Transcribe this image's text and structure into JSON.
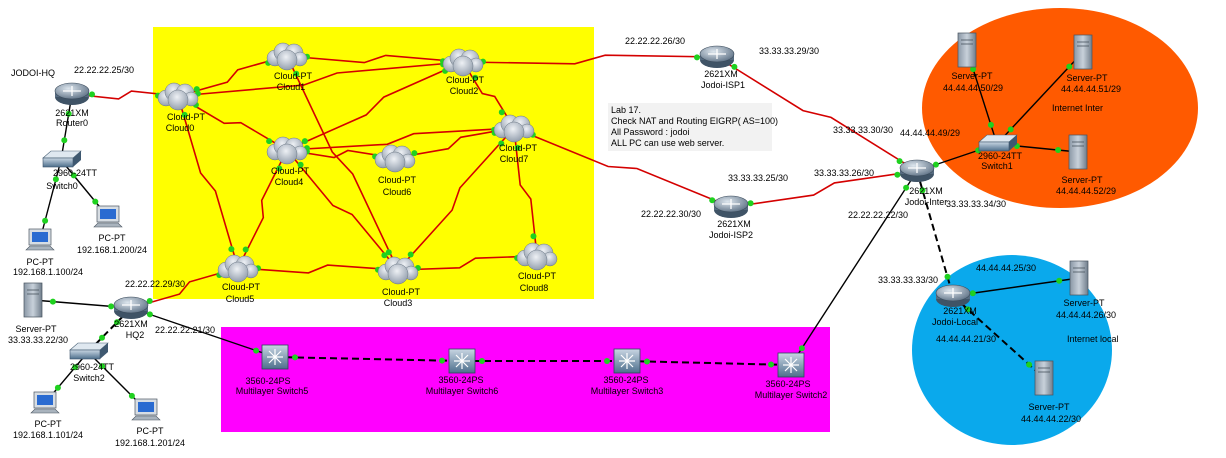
{
  "colors": {
    "yellow_area": "#ffff00",
    "magenta_area": "#ff00ff",
    "orange_area": "#ff5a00",
    "blue_area": "#0aa9ec",
    "serial_link": "#d40000",
    "ethernet_link": "#000000",
    "port_dot": "#1fd11f",
    "note_bg": "#f2f2f2"
  },
  "note": {
    "lines": [
      "Lab 17.",
      "Check NAT and Routing EIGRP( AS=100)",
      "All Password : jodoi",
      "ALL PC can use web server."
    ]
  },
  "area_labels": {
    "internet_inter": "Internet Inter",
    "internet_local": "Internet local"
  },
  "devices": {
    "jodoi_hq": {
      "title": "JODOI-HQ"
    },
    "router0": {
      "model": "2621XM",
      "name": "Router0"
    },
    "switch0": {
      "model": "2960-24TT",
      "name": "Switch0"
    },
    "pc_hq_a": {
      "type": "PC-PT",
      "ip": "192.168.1.100/24"
    },
    "pc_hq_b": {
      "type": "PC-PT",
      "ip": "192.168.1.200/24"
    },
    "hq2": {
      "model": "2621XM",
      "name": "HQ2"
    },
    "server_hq2": {
      "type": "Server-PT",
      "ip": "33.33.33.22/30"
    },
    "switch2": {
      "model": "2960-24TT",
      "name": "Switch2"
    },
    "pc_hq2_a": {
      "type": "PC-PT",
      "ip": "192.168.1.101/24"
    },
    "pc_hq2_b": {
      "type": "PC-PT",
      "ip": "192.168.1.201/24"
    },
    "cloud0": {
      "type": "Cloud-PT",
      "name": "Cloud0"
    },
    "cloud1": {
      "type": "Cloud-PT",
      "name": "Cloud1"
    },
    "cloud2": {
      "type": "Cloud-PT",
      "name": "Cloud2"
    },
    "cloud3": {
      "type": "Cloud-PT",
      "name": "Cloud3"
    },
    "cloud4": {
      "type": "Cloud-PT",
      "name": "Cloud4"
    },
    "cloud5": {
      "type": "Cloud-PT",
      "name": "Cloud5"
    },
    "cloud6": {
      "type": "Cloud-PT",
      "name": "Cloud6"
    },
    "cloud7": {
      "type": "Cloud-PT",
      "name": "Cloud7"
    },
    "cloud8": {
      "type": "Cloud-PT",
      "name": "Cloud8"
    },
    "isp1": {
      "model": "2621XM",
      "name": "Jodoi-ISP1"
    },
    "isp2": {
      "model": "2621XM",
      "name": "Jodoi-ISP2"
    },
    "inter": {
      "model": "2621XM",
      "name": "Jodoi-Inter"
    },
    "local": {
      "model": "2621XM",
      "name": "Jodoi-Local"
    },
    "switch1": {
      "model": "2960-24TT",
      "name": "Switch1"
    },
    "server_50": {
      "type": "Server-PT",
      "ip": "44.44.44.50/29"
    },
    "server_51": {
      "type": "Server-PT",
      "ip": "44.44.44.51/29"
    },
    "server_52": {
      "type": "Server-PT",
      "ip": "44.44.44.52/29"
    },
    "server_26": {
      "type": "Server-PT",
      "ip": "44.44.44.26/30"
    },
    "server_22": {
      "type": "Server-PT",
      "ip": "44.44.44.22/30"
    },
    "mls5": {
      "model": "3560-24PS",
      "name": "Multilayer Switch5"
    },
    "mls6": {
      "model": "3560-24PS",
      "name": "Multilayer Switch6"
    },
    "mls3": {
      "model": "3560-24PS",
      "name": "Multilayer Switch3"
    },
    "mls2": {
      "model": "3560-24PS",
      "name": "Multilayer Switch2"
    }
  },
  "link_labels": {
    "r0_c0": "22.22.22.25/30",
    "c2_isp1": "22.22.22.26/30",
    "isp1_inter": "33.33.33.29/30",
    "inter_in": "33.33.33.30/30",
    "c7_isp2": "22.22.22.30/30",
    "isp2_out": "33.33.33.25/30",
    "inter_isp2": "33.33.33.26/30",
    "sw1_gw": "44.44.44.49/29",
    "inter_mls": "22.22.22.22/30",
    "inter_local": "33.33.33.34/30",
    "local_up": "33.33.33.33/30",
    "local_srv26": "44.44.44.25/30",
    "local_srv22": "44.44.44.21/30",
    "hq2_c5": "22.22.22.29/30",
    "hq2_mls": "22.22.22.21/30"
  }
}
